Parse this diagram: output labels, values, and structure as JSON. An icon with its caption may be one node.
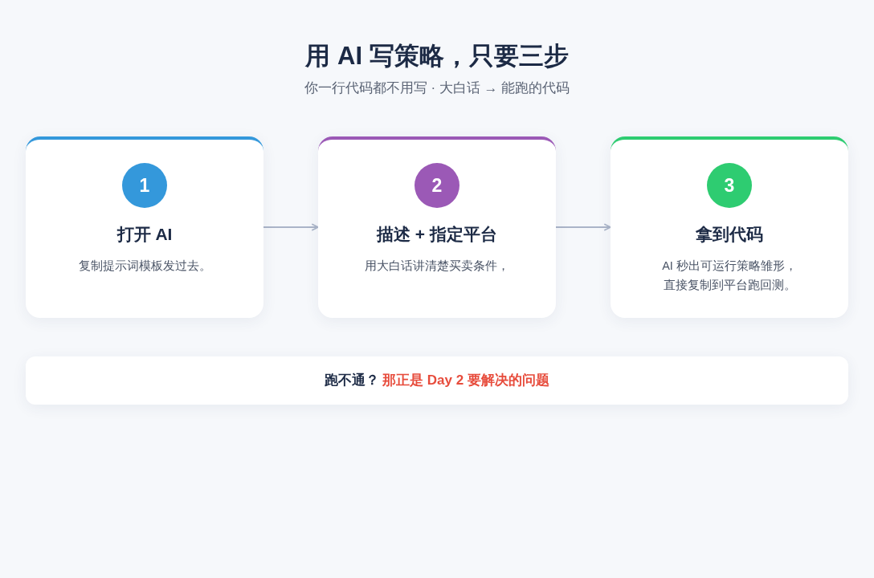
{
  "diagram": {
    "title": "用 AI 写策略，只要三步",
    "nodes": [
      {
        "text": [
          "打开 AI",
          "复制提示词模板发过去。"
        ]
      },
      {
        "text": [
          "1"
        ],
        "in": 0
      },
      {
        "text": [
          "描述 + 指定平台",
          "用大白话讲清楚买卖条件，"
        ]
      },
      {
        "text": [
          "2"
        ],
        "in": 2
      },
      {
        "text": [
          "拿到代码",
          "AI 秒出可运行策略雏形，直接复制到平台跑回测。"
        ]
      },
      {
        "text": [
          "3"
        ],
        "in": 4
      },
      {
        "text": [
          "跑不通？",
          "那正是 Day 2 要解决的问题"
        ]
      }
    ],
    "edges": [
      {
        "from": 0,
        "to": 2,
        "arrow": "to"
      },
      {
        "from": 2,
        "to": 4,
        "arrow": "to"
      }
    ],
    "labels": [
      "你一行代码都不用写 · 大白话 → 能跑的代码"
    ]
  }
}
